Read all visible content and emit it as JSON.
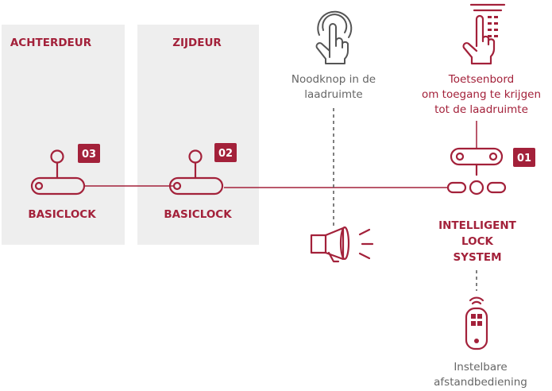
{
  "colors": {
    "accent": "#a3213a",
    "panel": "#eeeeee",
    "grey": "#666666"
  },
  "panels": {
    "back_door": {
      "title": "ACHTERDEUR"
    },
    "side_door": {
      "title": "ZIJDEUR"
    }
  },
  "locks": {
    "lock3": {
      "badge": "03",
      "label": "BASICLOCK"
    },
    "lock2": {
      "badge": "02",
      "label": "BASICLOCK"
    },
    "lock1": {
      "badge": "01",
      "label": [
        "INTELLIGENT",
        "LOCK",
        "SYSTEM"
      ]
    }
  },
  "emergency_button": {
    "label": [
      "Noodknop in de",
      "laadruimte"
    ]
  },
  "keypad": {
    "label": [
      "Toetsenbord",
      "om toegang te krijgen",
      "tot de laadruimte"
    ]
  },
  "remote": {
    "label": [
      "Instelbare",
      "afstandbediening"
    ]
  },
  "icons": {
    "emergency_button": "finger-press-icon",
    "keypad": "keypad-touch-icon",
    "alarm": "siren-horn-icon",
    "lock": "lock-icon",
    "remote": "remote-control-icon"
  }
}
